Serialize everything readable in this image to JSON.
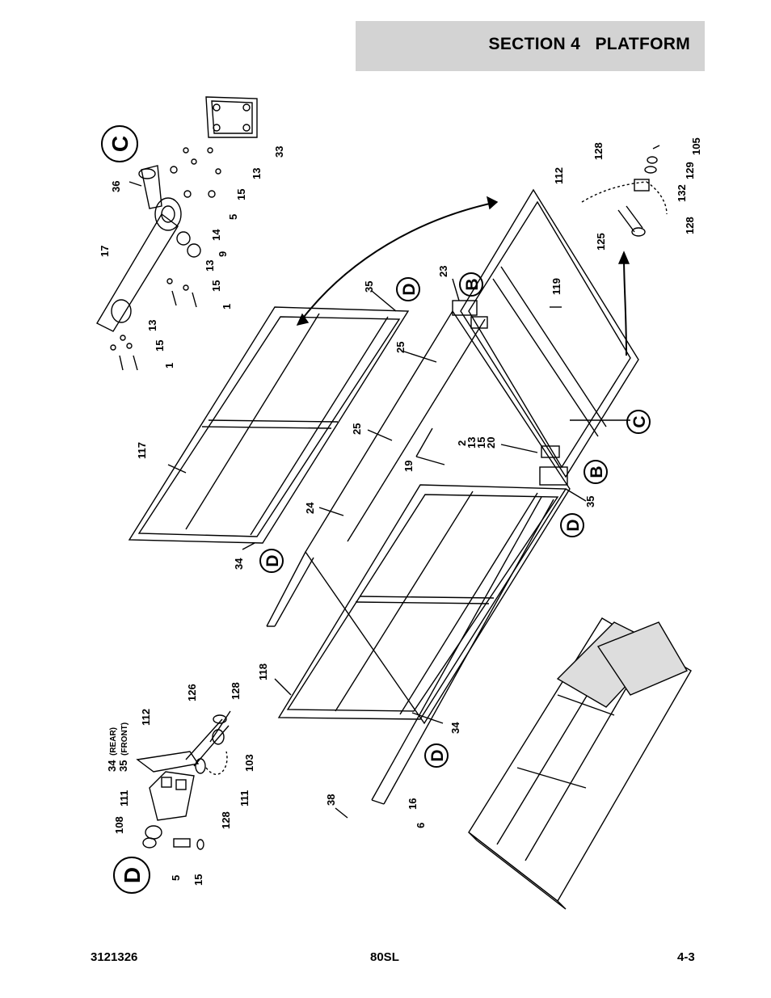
{
  "header": {
    "section_title": "SECTION 4   PLATFORM"
  },
  "footer": {
    "doc_number": "3121326",
    "model": "80SL",
    "page": "4-3"
  },
  "callouts": {
    "c_main": "C",
    "c_ref": "C",
    "d_main": "D",
    "d_ref_1": "D",
    "d_ref_2": "D",
    "d_ref_3": "D",
    "d_ref_4": "D",
    "b_ref_1": "B",
    "b_ref_2": "B"
  },
  "detail_c_labels": {
    "n36": "36",
    "n17": "17",
    "n33": "33",
    "n13a": "13",
    "n15a": "15",
    "n5": "5",
    "n14": "14",
    "n9": "9",
    "n13b": "13",
    "n15b": "15",
    "n1a": "1",
    "n13c": "13",
    "n15c": "15",
    "n1b": "1"
  },
  "detail_d_labels": {
    "n34_rear": "34",
    "rear": "(REAR)",
    "n35_front": "35",
    "front": "(FRONT)",
    "n112": "112",
    "n126": "126",
    "n128a": "128",
    "n111a": "111",
    "n108": "108",
    "n5": "5",
    "n15": "15",
    "n128b": "128",
    "n103": "103",
    "n111b": "111"
  },
  "main_labels": {
    "n117": "117",
    "n34a": "34",
    "n35a": "35",
    "n23": "23",
    "n25a": "25",
    "n25b": "25",
    "n24": "24",
    "n19": "19",
    "n2": "2",
    "n13": "13",
    "n15": "15",
    "n20": "20",
    "n35b": "35",
    "n119": "119",
    "n118": "118",
    "n34b": "34",
    "n38": "38",
    "n16": "16",
    "n6": "6"
  },
  "detail_b_labels": {
    "n112": "112",
    "n128a": "128",
    "n105": "105",
    "n129": "129",
    "n132": "132",
    "n128b": "128",
    "n125": "125"
  }
}
